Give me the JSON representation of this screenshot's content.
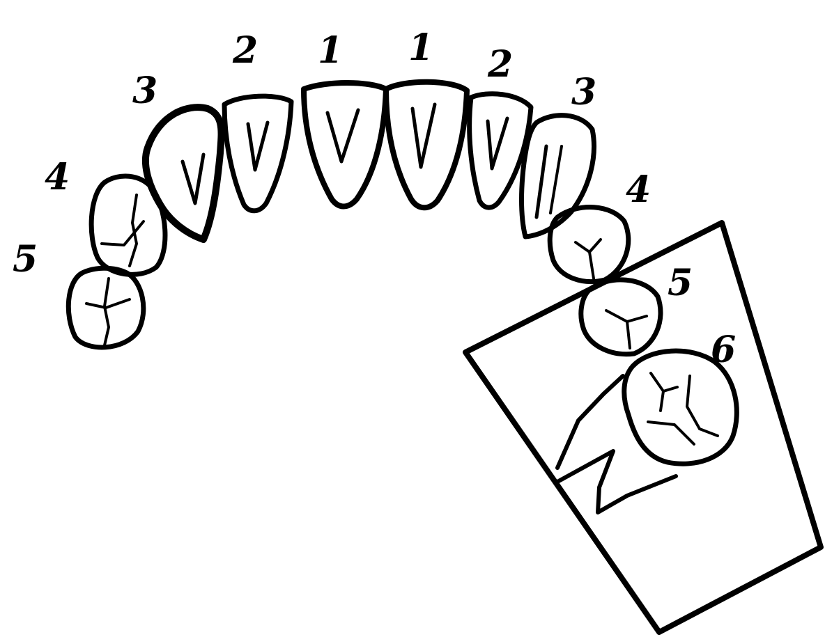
{
  "colors": {
    "ink": "#000000",
    "paper": "#ffffff"
  },
  "tooth_labels": {
    "left_5": "5",
    "left_4": "4",
    "left_3": "3",
    "left_2": "2",
    "left_1": "1",
    "right_1": "1",
    "right_2": "2",
    "right_3": "3",
    "right_4": "4",
    "right_5": "5",
    "right_6": "6"
  }
}
